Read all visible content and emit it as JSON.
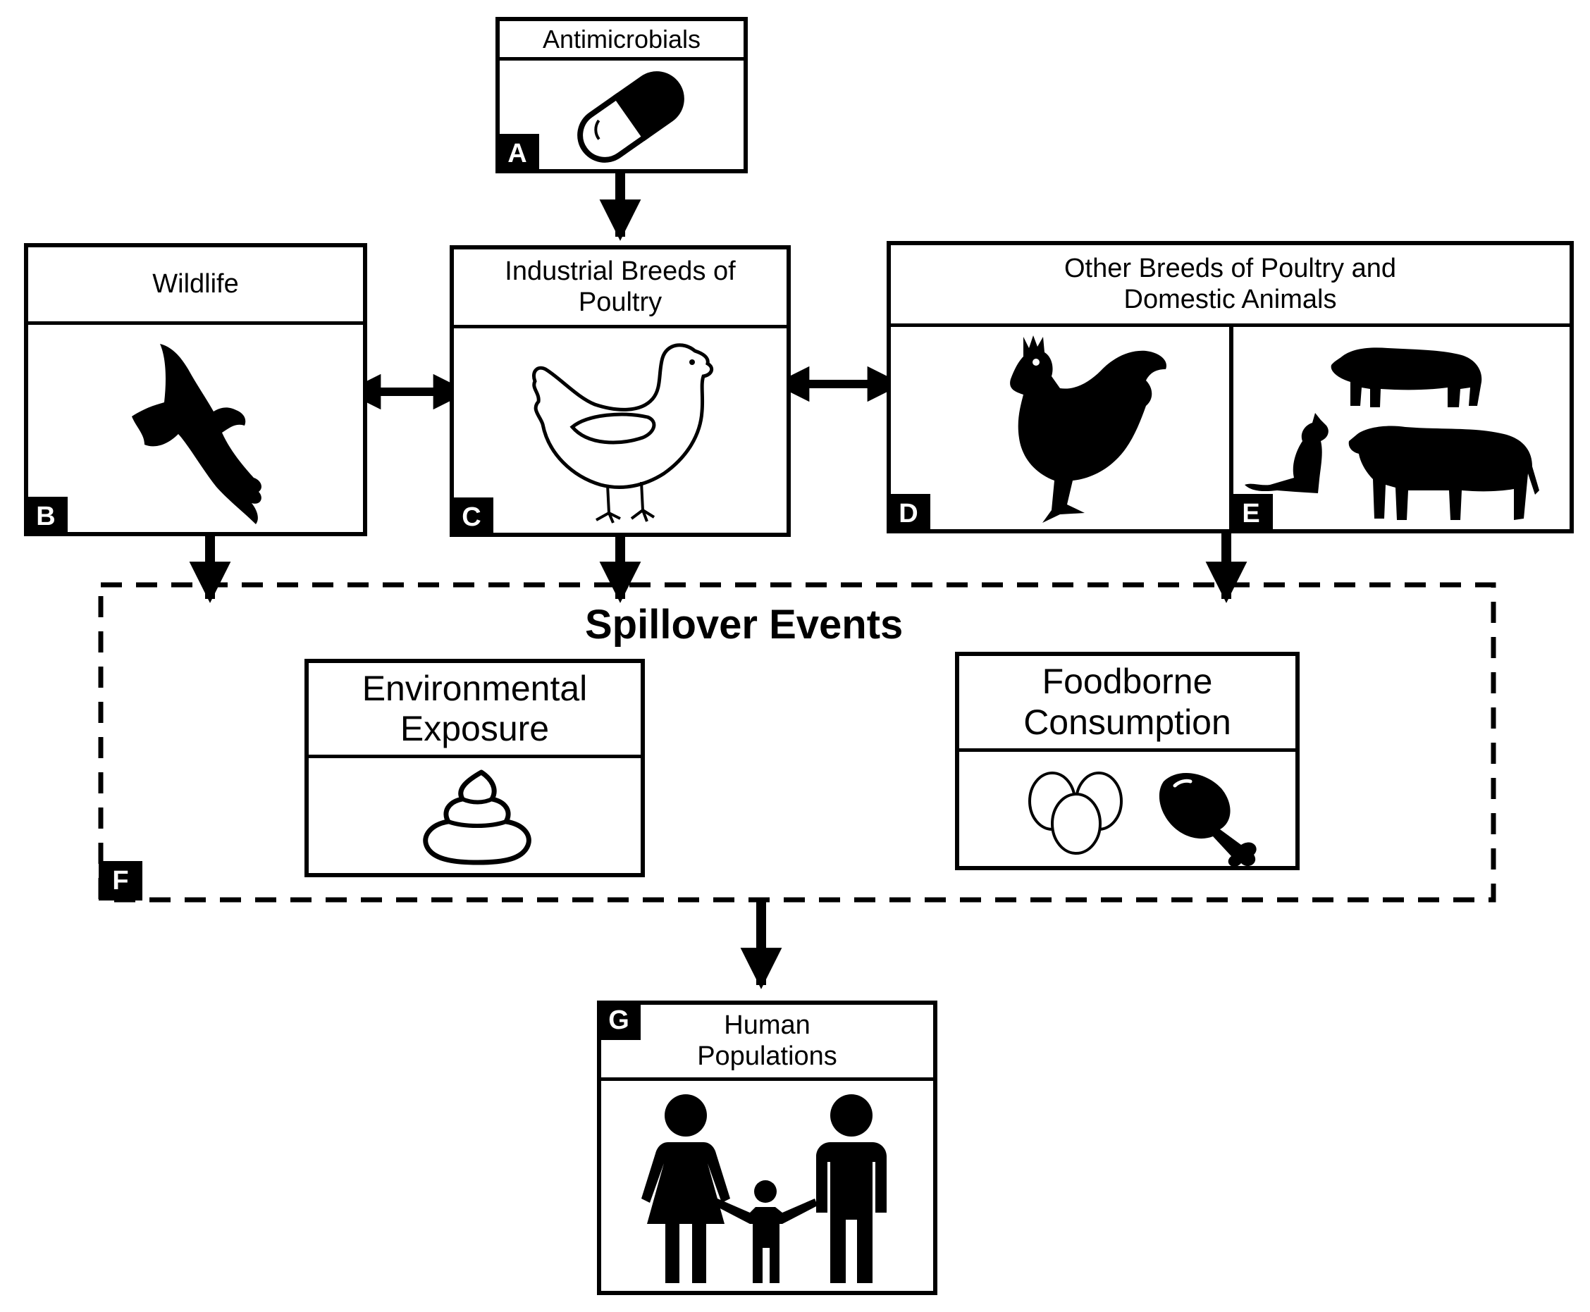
{
  "boxes": {
    "a": {
      "letter": "A",
      "title": "Antimicrobials",
      "icon": "pill-capsule-icon"
    },
    "b": {
      "letter": "B",
      "title": "Wildlife",
      "icon": "bird-of-prey-icon"
    },
    "c": {
      "letter": "C",
      "title": "Industrial Breeds of Poultry",
      "icon": "hen-outline-icon"
    },
    "de": {
      "title": "Other Breeds of Poultry and Domestic Animals"
    },
    "d": {
      "letter": "D",
      "icon": "rooster-icon"
    },
    "e": {
      "letter": "E",
      "icon": "pig-dog-cow-icon"
    },
    "f": {
      "letter": "F",
      "title": "Spillover Events"
    },
    "env": {
      "title": "Environmental Exposure",
      "icon": "feces-icon"
    },
    "food": {
      "title": "Foodborne Consumption",
      "icon": "eggs-drumstick-icon"
    },
    "g": {
      "letter": "G",
      "title": "Human Populations",
      "icon": "family-icon"
    }
  },
  "colors": {
    "ink": "#000000",
    "paper": "#ffffff"
  }
}
